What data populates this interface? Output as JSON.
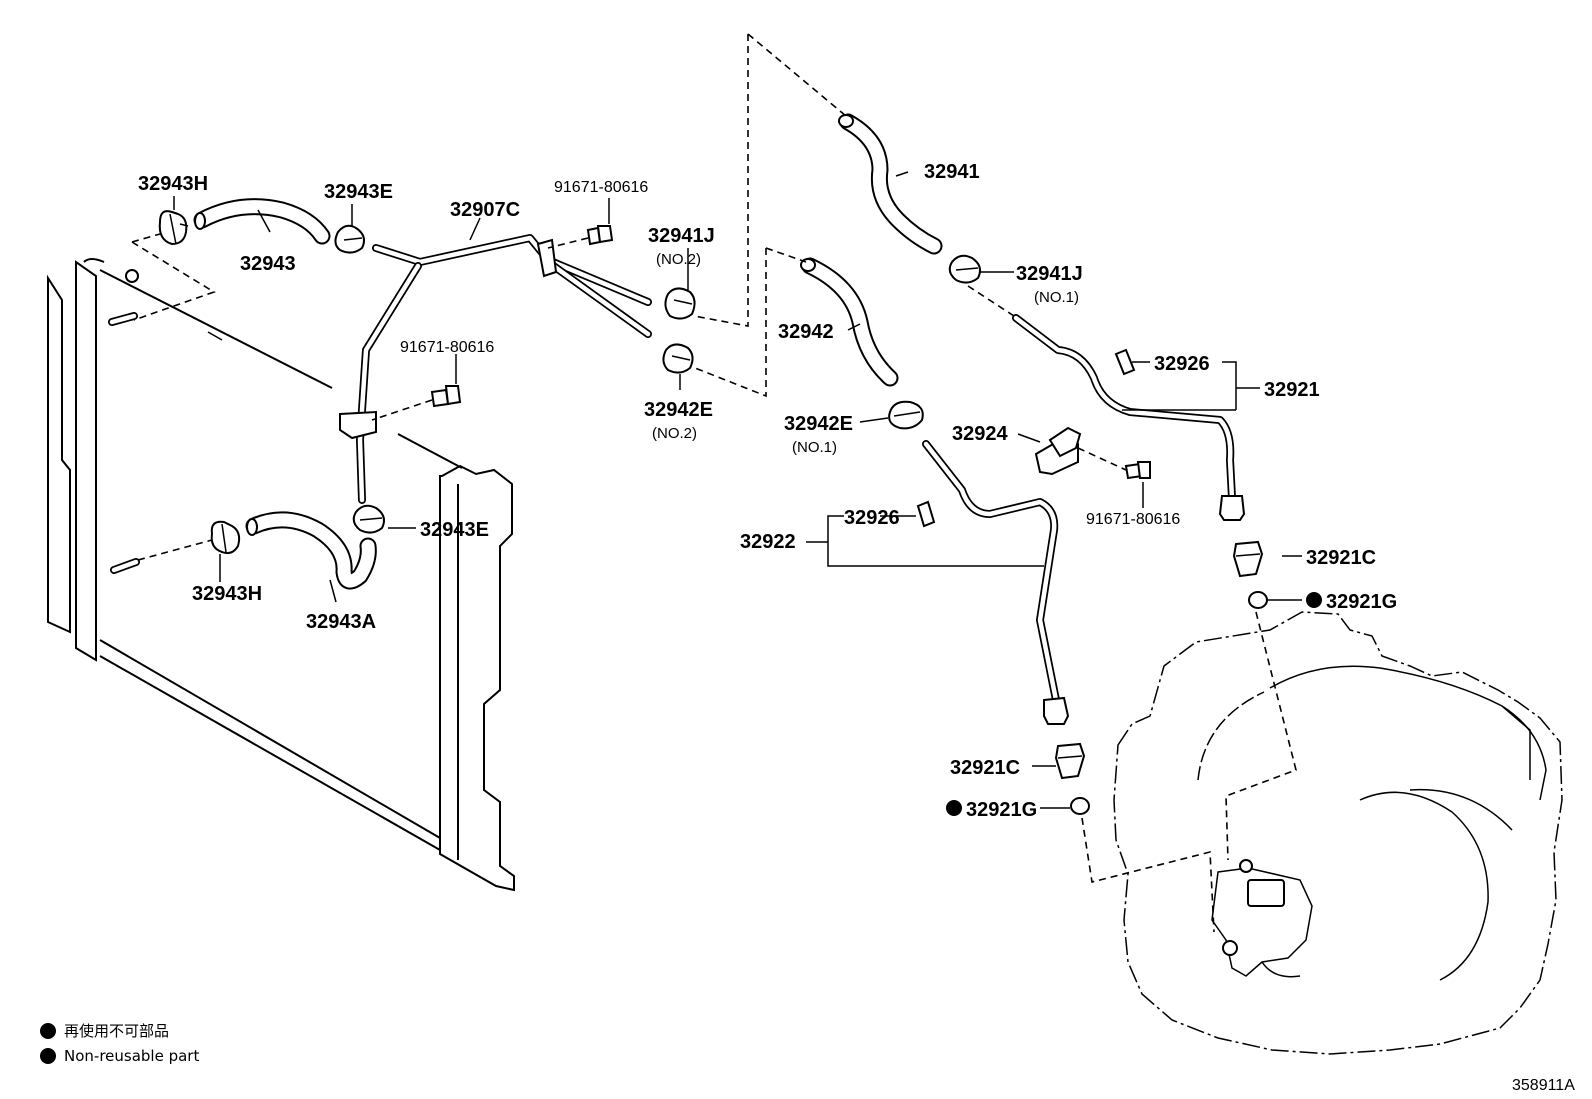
{
  "labels": {
    "p32943H_top": "32943H",
    "p32943_top": "32943",
    "p32943E_top": "32943E",
    "p32907C": "32907C",
    "p91671_top": "91671-80616",
    "p32941J_no2": "32941J",
    "no2_a": "(NO.2)",
    "p32942E_no2": "32942E",
    "no2_b": "(NO.2)",
    "p91671_mid": "91671-80616",
    "p32943E_low": "32943E",
    "p32943H_low": "32943H",
    "p32943A": "32943A",
    "p32941": "32941",
    "p32941J_no1": "32941J",
    "no1_a": "(NO.1)",
    "p32942": "32942",
    "p32942E_no1": "32942E",
    "no1_b": "(NO.1)",
    "p32926_top": "32926",
    "p32921": "32921",
    "p32924": "32924",
    "p91671_right": "91671-80616",
    "p32926_low": "32926",
    "p32922": "32922",
    "p32921C_right": "32921C",
    "p32921G_right": "32921G",
    "p32921C_low": "32921C",
    "p32921G_low": "32921G"
  },
  "legend": {
    "line1": "再使用不可部品",
    "line2": "Non-reusable part"
  },
  "diagram_code": "358911A"
}
